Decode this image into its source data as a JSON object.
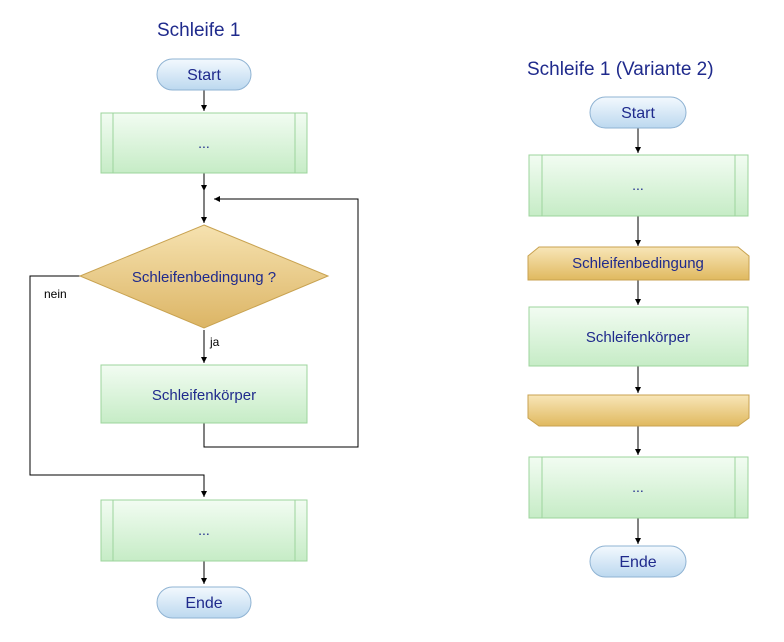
{
  "left": {
    "title": "Schleife 1",
    "start": "Start",
    "process1": "...",
    "condition": "Schleifenbedingung ?",
    "no_label": "nein",
    "yes_label": "ja",
    "body": "Schleifenkörper",
    "process2": "...",
    "end": "Ende"
  },
  "right": {
    "title": "Schleife 1 (Variante 2)",
    "start": "Start",
    "process1": "...",
    "loop_begin": "Schleifenbedingung",
    "body": "Schleifenkörper",
    "loop_end": "",
    "process2": "...",
    "end": "Ende"
  },
  "colors": {
    "title_text": "#1f2a8c",
    "terminal_fill": "#d5e7f5",
    "process_fill": "#d6f3d6",
    "decision_fill": "#e9c77a",
    "line": "#000000"
  }
}
